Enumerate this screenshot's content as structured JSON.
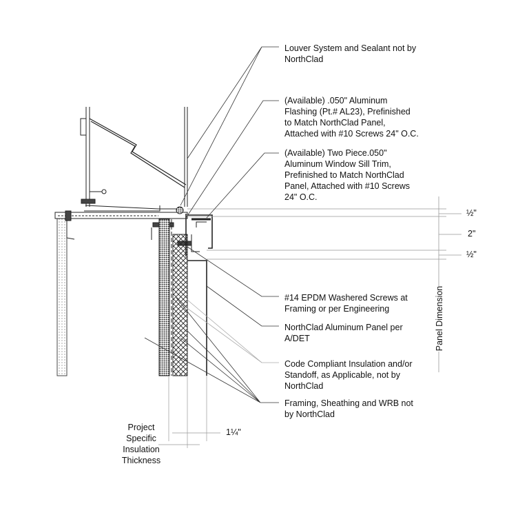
{
  "callouts": [
    {
      "lines": [
        "Louver System and Sealant not by",
        "NorthClad"
      ]
    },
    {
      "lines": [
        "(Available) .050\" Aluminum",
        "Flashing (Pt.# AL23), Prefinished",
        "to Match NorthClad Panel,",
        "Attached with #10 Screws 24\" O.C."
      ]
    },
    {
      "lines": [
        "(Available) Two Piece.050\"",
        "Aluminum Window Sill Trim,",
        "Prefinished to Match NorthClad",
        "Panel, Attached with #10 Screws",
        "24\" O.C."
      ]
    },
    {
      "lines": [
        "#14 EPDM Washered Screws at",
        "Framing or per Engineering"
      ]
    },
    {
      "lines": [
        "NorthClad Aluminum Panel per",
        "A/DET"
      ]
    },
    {
      "lines": [
        "Code Compliant Insulation and/or",
        "Standoff, as Applicable, not by",
        "NorthClad"
      ]
    },
    {
      "lines": [
        "Framing, Sheathing and WRB not",
        "by NorthClad"
      ]
    }
  ],
  "dimensions": {
    "top_half": "½\"",
    "two": "2\"",
    "bottom_half": "½\"",
    "panel": "Panel Dimension",
    "insulation": [
      "Project",
      "Specific",
      "Insulation",
      "Thickness"
    ],
    "standoff": "1¼\""
  }
}
